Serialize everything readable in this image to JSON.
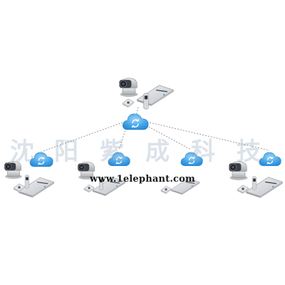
{
  "watermark": {
    "text": "沈阳紫成科技",
    "chars": [
      "沈",
      "阳",
      "紫",
      "成",
      "科",
      "技"
    ]
  },
  "site_url": "www.1elephant.com",
  "colors": {
    "background": "#ffffff",
    "cloud_fill": "#3da0e6",
    "cloud_light": "#8ccaf5",
    "link_line": "#9a9a9a",
    "device_silver": "#d8d9dc",
    "device_dark": "#3b3f47"
  },
  "nodes": {
    "hub_cloud_icon": "cloud-sync-icon",
    "endpoint_icons": [
      "ptz-camera-icon",
      "codec-icon",
      "microphone-icon"
    ]
  }
}
